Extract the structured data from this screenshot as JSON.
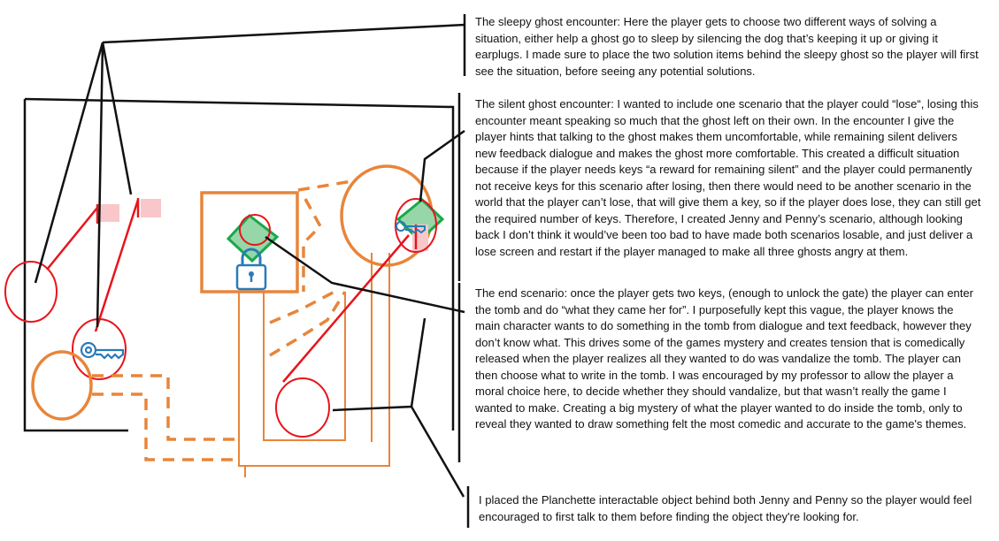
{
  "annotations": {
    "sleepy_ghost": "The sleepy ghost encounter: Here the player gets to choose two different ways of solving a situation, either help a ghost go to sleep by silencing the dog that’s keeping it up or giving it earplugs. I made sure to place the two solution items behind the sleepy ghost so the player will first see the situation, before seeing any potential solutions.",
    "silent_ghost": "The silent ghost encounter: I wanted to include one scenario that the player could “lose“, losing this encounter meant speaking so much that the ghost left on their own. In the encounter I give the player hints that talking to the ghost makes them uncomfortable, while remaining silent delivers new feedback dialogue and makes the ghost more comfortable. This created a difficult situation because if the player needs keys “a reward for remaining silent” and the player could permanently not receive keys for this scenario after losing, then there would need to be another scenario in the world that the player can’t lose, that will give them a key, so if the player does lose, they can still get the required number of keys. Therefore, I created Jenny and Penny’s scenario, although looking back I don’t think it would’ve been too bad to have made both scenarios losable, and just deliver a lose screen and restart if the player managed to make all three ghosts angry at them.",
    "end_scenario": "The end scenario: once the player gets two keys, (enough to unlock the gate) the player can enter the tomb and do “what they came her for”. I purposefully kept this vague, the player knows the main character wants to do something in the tomb from dialogue and text feedback, however they don’t know what. This drives some of the games mystery and creates tension that is comedically released when the player realizes all they wanted to do was vandalize the tomb. The player can then choose what to write in the tomb. I was encouraged by my professor to allow the player a moral choice here, to decide whether they should vandalize, but that wasn’t really the game I wanted to make. Creating a big mystery of what the player wanted to do inside the tomb, only to reveal they wanted to draw something felt the most comedic and accurate to the game's themes.",
    "planchette": "I placed the Planchette interactable object behind both Jenny and Penny so the player would feel encouraged to first talk to them before finding the object they're looking for."
  },
  "colors": {
    "wall": "#111111",
    "path": "#e8853a",
    "marker": "#e8141b",
    "item": "#f9c7c9",
    "interactable": "#19a84b",
    "interactable_fill": "#96d6a8",
    "icon": "#2a7ab8"
  },
  "icons": [
    "key-icon",
    "padlock-icon",
    "key-icon"
  ]
}
